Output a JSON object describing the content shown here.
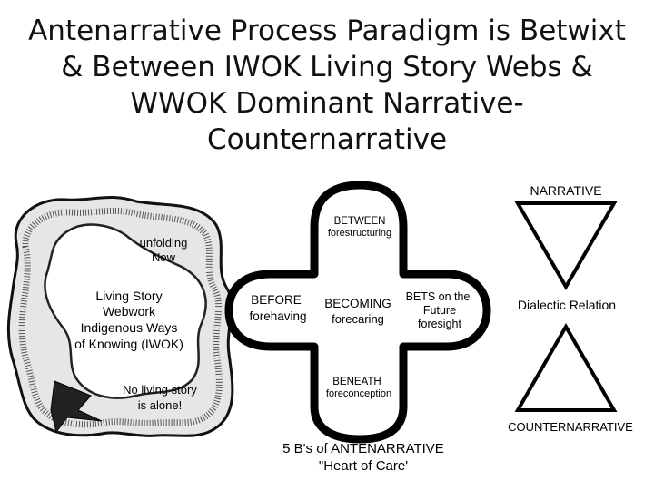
{
  "title": {
    "lines": [
      "Antenarrative Process Paradigm is Betwixt",
      "& Between IWOK Living Story Webs &",
      "WWOK Dominant Narrative-",
      "Counternarrative"
    ]
  },
  "web": {
    "unfolding": [
      "unfolding",
      "Now"
    ],
    "center": [
      "Living Story",
      "Webwork",
      "Indigenous Ways",
      "of Knowing (IWOK)"
    ],
    "alone": [
      "No living story",
      "is alone!"
    ]
  },
  "cross": {
    "between": [
      "BETWEEN",
      "forestructuring"
    ],
    "before": [
      "BEFORE",
      "forehaving"
    ],
    "becoming": [
      "BECOMING",
      "forecaring"
    ],
    "bets": [
      "BETS on the",
      "Future",
      "foresight"
    ],
    "beneath": [
      "BENEATH",
      "foreconception"
    ],
    "caption": [
      "5 B's of ANTENARRATIVE",
      "\"Heart of Care'"
    ]
  },
  "triangles": {
    "narrative": "NARRATIVE",
    "relation": "Dialectic Relation",
    "counter": "COUNTERNARRATIVE"
  }
}
